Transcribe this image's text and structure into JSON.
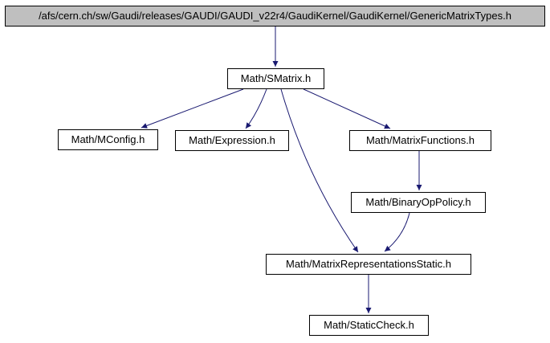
{
  "diagram": {
    "type": "include-dependency-graph",
    "nodes": {
      "root": {
        "label": "/afs/cern.ch/sw/Gaudi/releases/GAUDI/GAUDI_v22r4/GaudiKernel/GaudiKernel/GenericMatrixTypes.h"
      },
      "smatrix": {
        "label": "Math/SMatrix.h"
      },
      "mconfig": {
        "label": "Math/MConfig.h"
      },
      "expression": {
        "label": "Math/Expression.h"
      },
      "matrixfunctions": {
        "label": "Math/MatrixFunctions.h"
      },
      "binaryoppolicy": {
        "label": "Math/BinaryOpPolicy.h"
      },
      "matrixrepresentationsstatic": {
        "label": "Math/MatrixRepresentationsStatic.h"
      },
      "staticcheck": {
        "label": "Math/StaticCheck.h"
      }
    },
    "edges": [
      {
        "from": "root",
        "to": "smatrix"
      },
      {
        "from": "smatrix",
        "to": "mconfig"
      },
      {
        "from": "smatrix",
        "to": "expression"
      },
      {
        "from": "smatrix",
        "to": "matrixfunctions"
      },
      {
        "from": "smatrix",
        "to": "matrixrepresentationsstatic"
      },
      {
        "from": "matrixfunctions",
        "to": "binaryoppolicy"
      },
      {
        "from": "binaryoppolicy",
        "to": "matrixrepresentationsstatic"
      },
      {
        "from": "matrixrepresentationsstatic",
        "to": "staticcheck"
      }
    ],
    "colors": {
      "edge": "#191970",
      "root_fill": "#bfbfbf",
      "node_fill": "#ffffff",
      "node_border": "#000000",
      "background": "#ffffff"
    }
  }
}
